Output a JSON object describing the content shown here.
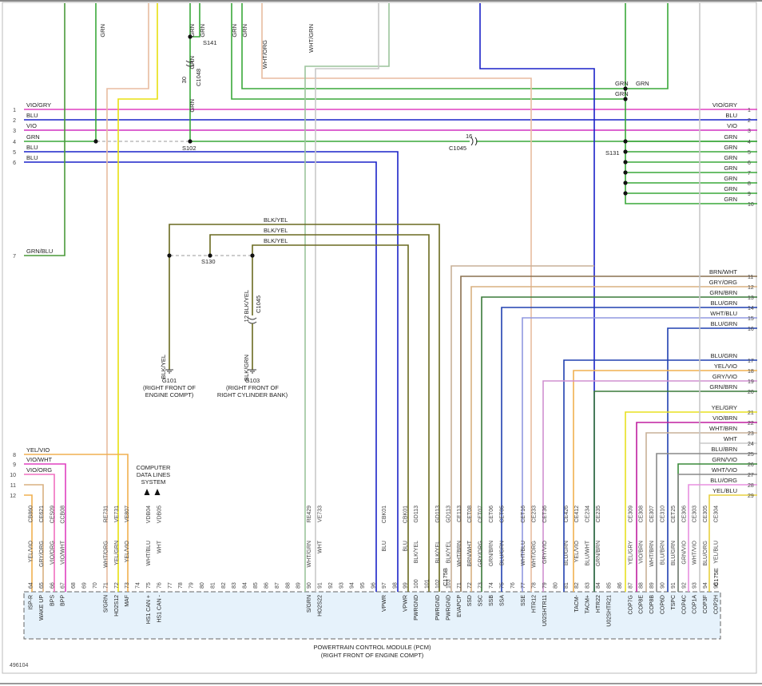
{
  "colors": {
    "VIO/GRY": "#e040c0",
    "BLU": "#1a22c8",
    "VIO": "#d030c0",
    "GRN": "#3aa83a",
    "GRN/BLU": "#4a9a3a",
    "BLK/YEL": "#6a6a20",
    "WHT/GRN": "#9cc49c",
    "WHT/ORG": "#e8bca0",
    "WHT": "#c8c8c8",
    "YEL/GRN": "#e8d020",
    "YEL/VIO": "#f0b050",
    "YEL": "#e8e010",
    "VIO/WHT": "#e040c0",
    "VIO/ORG": "#f070c0",
    "GRY/ORG": "#d8b080",
    "BRN/WHT": "#8a7050",
    "GRN/BRN": "#3a7a3a",
    "BLU/GRN": "#2040b0",
    "WHT/BLU": "#9098e0",
    "GRY/VIO": "#d090d0",
    "YEL/GRY": "#e8e020",
    "VIO/BRN": "#c020a0",
    "WHT/BRN": "#c8b098",
    "GRN/VIO": "#3a8a3a",
    "BLU/ORG": "#e890e0",
    "YEL/BLU": "#e8d040",
    "box": "#e6f2fb"
  },
  "figure_id": "496104",
  "pcm": {
    "title": "POWERTRAIN CONTROL MODULE (PCM)",
    "location": "(RIGHT FRONT OF ENGINE COMPT)"
  },
  "note_computer": [
    "COMPUTER",
    "DATA LINES",
    "SYSTEM"
  ],
  "splices": {
    "s141": "S141",
    "s102": "S102",
    "s130": "S130",
    "s131": "S131"
  },
  "connectors": {
    "c1048": "C1048",
    "c1045a": "C1045",
    "c1045b": "C1045",
    "c175b": "C175B",
    "c175e": "C175E"
  },
  "grounds": {
    "g101": [
      "G101",
      "(RIGHT FRONT OF",
      "ENGINE COMPT)"
    ],
    "g103": [
      "G103",
      "(RIGHT FRONT OF",
      "RIGHT CYLINDER BANK)"
    ]
  },
  "left_lines": [
    {
      "num": "1",
      "label": "VIO/GRY"
    },
    {
      "num": "2",
      "label": "BLU"
    },
    {
      "num": "3",
      "label": "VIO"
    },
    {
      "num": "4",
      "label": "GRN"
    },
    {
      "num": "5",
      "label": "BLU"
    },
    {
      "num": "6",
      "label": "BLU"
    },
    {
      "num": "7",
      "label": "GRN/BLU"
    },
    {
      "num": "8",
      "label": "YEL/VIO"
    },
    {
      "num": "9",
      "label": "VIO/WHT"
    },
    {
      "num": "10",
      "label": "VIO/ORG"
    },
    {
      "num": "11",
      "label": ""
    },
    {
      "num": "12",
      "label": ""
    }
  ],
  "right_lines": [
    {
      "num": "1",
      "label": "VIO/GRY"
    },
    {
      "num": "2",
      "label": "BLU"
    },
    {
      "num": "3",
      "label": "VIO"
    },
    {
      "num": "4",
      "label": "GRN"
    },
    {
      "num": "5",
      "label": "GRN"
    },
    {
      "num": "6",
      "label": "GRN"
    },
    {
      "num": "7",
      "label": "GRN"
    },
    {
      "num": "8",
      "label": "GRN"
    },
    {
      "num": "9",
      "label": "GRN"
    },
    {
      "num": "10",
      "label": "GRN"
    },
    {
      "num": "11",
      "label": "BRN/WHT"
    },
    {
      "num": "12",
      "label": "GRY/ORG"
    },
    {
      "num": "13",
      "label": "GRN/BRN"
    },
    {
      "num": "14",
      "label": "BLU/GRN"
    },
    {
      "num": "15",
      "label": "WHT/BLU"
    },
    {
      "num": "16",
      "label": "BLU/GRN"
    },
    {
      "num": "17",
      "label": "BLU/GRN"
    },
    {
      "num": "18",
      "label": "YEL/VIO"
    },
    {
      "num": "19",
      "label": "GRY/VIO"
    },
    {
      "num": "20",
      "label": "GRN/BRN"
    },
    {
      "num": "21",
      "label": "YEL/GRY"
    },
    {
      "num": "22",
      "label": "VIO/BRN"
    },
    {
      "num": "23",
      "label": "WHT/BRN"
    },
    {
      "num": "24",
      "label": "WHT"
    },
    {
      "num": "25",
      "label": "BLU/BRN"
    },
    {
      "num": "26",
      "label": "GRN/VIO"
    },
    {
      "num": "27",
      "label": "WHT/VIO"
    },
    {
      "num": "28",
      "label": "BLU/ORG"
    },
    {
      "num": "29",
      "label": "YEL/BLU"
    }
  ],
  "top_labels": [
    {
      "id": "gr1",
      "text": "GRN"
    },
    {
      "id": "gr2",
      "text": "GRN"
    },
    {
      "id": "gr3",
      "text": "GRN"
    },
    {
      "id": "gr4",
      "text": "GRN"
    },
    {
      "id": "gr5",
      "text": "GRN"
    },
    {
      "id": "gr6",
      "text": "WHT/ORG"
    },
    {
      "id": "gr7",
      "text": "WHT/GRN"
    },
    {
      "id": "gr8",
      "text": "GRN"
    },
    {
      "id": "gr9",
      "text": "GRN"
    },
    {
      "id": "gr10",
      "text": "GRN"
    },
    {
      "id": "gr11",
      "text": "GRN"
    },
    {
      "id": "gr12",
      "text": "GRN"
    },
    {
      "id": "gr13",
      "text": "30"
    },
    {
      "id": "gr14",
      "text": "16"
    },
    {
      "id": "gr15",
      "text": "12"
    },
    {
      "id": "gr16",
      "text": "BLK/YEL"
    },
    {
      "id": "gr17",
      "text": "BLK/YEL"
    },
    {
      "id": "gr18",
      "text": "BLK/YEL"
    },
    {
      "id": "gr19",
      "text": "BLK/YEL"
    },
    {
      "id": "gr20",
      "text": "BLK/YEL"
    },
    {
      "id": "gr21",
      "text": "BLK/GRN"
    }
  ],
  "pins": [
    {
      "pin": "64",
      "circuit": "CB860",
      "wire": "YEL/VIO",
      "signal": "ISP-R"
    },
    {
      "pin": "65",
      "circuit": "CE621",
      "wire": "GRY/ORG",
      "signal": "WAKE UP"
    },
    {
      "pin": "66",
      "circuit": "CES09",
      "wire": "VIO/ORG",
      "signal": "BPS"
    },
    {
      "pin": "67",
      "circuit": "CCB08",
      "wire": "VIO/WHT",
      "signal": "BPP"
    },
    {
      "pin": "68",
      "circuit": "",
      "wire": "",
      "signal": ""
    },
    {
      "pin": "69",
      "circuit": "",
      "wire": "",
      "signal": ""
    },
    {
      "pin": "70",
      "circuit": "",
      "wire": "",
      "signal": ""
    },
    {
      "pin": "71",
      "circuit": "RE731",
      "wire": "WHT/ORG",
      "signal": "S/GRN"
    },
    {
      "pin": "72",
      "circuit": "VE731",
      "wire": "YEL/GRN",
      "signal": "HO2S12"
    },
    {
      "pin": "73",
      "circuit": "VE807",
      "wire": "YEL/VIO",
      "signal": "MAF"
    },
    {
      "pin": "74",
      "circuit": "",
      "wire": "",
      "signal": ""
    },
    {
      "pin": "75",
      "circuit": "VDB04",
      "wire": "WHT/BLU",
      "signal": "HS1 CAN +"
    },
    {
      "pin": "76",
      "circuit": "VDB05",
      "wire": "WHT",
      "signal": "HS1 CAN -"
    },
    {
      "pin": "77",
      "circuit": "",
      "wire": "",
      "signal": ""
    },
    {
      "pin": "78",
      "circuit": "",
      "wire": "",
      "signal": ""
    },
    {
      "pin": "79",
      "circuit": "",
      "wire": "",
      "signal": ""
    },
    {
      "pin": "80",
      "circuit": "",
      "wire": "",
      "signal": ""
    },
    {
      "pin": "81",
      "circuit": "",
      "wire": "",
      "signal": ""
    },
    {
      "pin": "82",
      "circuit": "",
      "wire": "",
      "signal": ""
    },
    {
      "pin": "83",
      "circuit": "",
      "wire": "",
      "signal": ""
    },
    {
      "pin": "84",
      "circuit": "",
      "wire": "",
      "signal": ""
    },
    {
      "pin": "85",
      "circuit": "",
      "wire": "",
      "signal": ""
    },
    {
      "pin": "86",
      "circuit": "",
      "wire": "",
      "signal": ""
    },
    {
      "pin": "87",
      "circuit": "",
      "wire": "",
      "signal": ""
    },
    {
      "pin": "88",
      "circuit": "",
      "wire": "",
      "signal": ""
    },
    {
      "pin": "89",
      "circuit": "",
      "wire": "",
      "signal": ""
    },
    {
      "pin": "90",
      "circuit": "RE429",
      "wire": "WHT/GRN",
      "signal": "S/GRN"
    },
    {
      "pin": "91",
      "circuit": "VE733",
      "wire": "WHT",
      "signal": "HO2S22"
    },
    {
      "pin": "92",
      "circuit": "",
      "wire": "",
      "signal": ""
    },
    {
      "pin": "93",
      "circuit": "",
      "wire": "",
      "signal": ""
    },
    {
      "pin": "94",
      "circuit": "",
      "wire": "",
      "signal": ""
    },
    {
      "pin": "95",
      "circuit": "",
      "wire": "",
      "signal": ""
    },
    {
      "pin": "96",
      "circuit": "",
      "wire": "",
      "signal": ""
    },
    {
      "pin": "97",
      "circuit": "CBK01",
      "wire": "BLU",
      "signal": "VPWR"
    },
    {
      "pin": "98",
      "circuit": "",
      "wire": "",
      "signal": ""
    },
    {
      "pin": "99",
      "circuit": "CBK01",
      "wire": "BLU",
      "signal": "VPWR"
    },
    {
      "pin": "100",
      "circuit": "GD113",
      "wire": "BLK/YEL",
      "signal": "PWRGND"
    },
    {
      "pin": "101",
      "circuit": "",
      "wire": "",
      "signal": ""
    },
    {
      "pin": "102",
      "circuit": "GD113",
      "wire": "BLK/YEL",
      "signal": "PWRGND"
    },
    {
      "pin": "103",
      "circuit": "GD113",
      "wire": "BLK/YEL",
      "signal": "PWRGND"
    },
    {
      "pin": "71",
      "circuit": "CE113",
      "wire": "WHT/BRN",
      "signal": "EVAPCP"
    },
    {
      "pin": "72",
      "circuit": "CET08",
      "wire": "BRN/WHT",
      "signal": "SSD"
    },
    {
      "pin": "73",
      "circuit": "CET07",
      "wire": "GRY/ORG",
      "signal": "SSC"
    },
    {
      "pin": "74",
      "circuit": "CET06",
      "wire": "GRN/BRN",
      "signal": "SSB"
    },
    {
      "pin": "75",
      "circuit": "CET05",
      "wire": "BLU/GRN",
      "signal": "SSA"
    },
    {
      "pin": "76",
      "circuit": "",
      "wire": "",
      "signal": ""
    },
    {
      "pin": "77",
      "circuit": "CET16",
      "wire": "WHT/BLU",
      "signal": "SSE"
    },
    {
      "pin": "78",
      "circuit": "CE233",
      "wire": "WHT/ORG",
      "signal": "HTR12"
    },
    {
      "pin": "79",
      "circuit": "CET36",
      "wire": "GRY/VIO",
      "signal": "U02SHTR11"
    },
    {
      "pin": "80",
      "circuit": "",
      "wire": "",
      "signal": ""
    },
    {
      "pin": "81",
      "circuit": "CE426",
      "wire": "BLU/GRN",
      "signal": ""
    },
    {
      "pin": "82",
      "circuit": "CE412",
      "wire": "YEL/VIO",
      "signal": "TACM-"
    },
    {
      "pin": "83",
      "circuit": "CE234",
      "wire": "BLU/WHT",
      "signal": "TACM+"
    },
    {
      "pin": "84",
      "circuit": "CE235",
      "wire": "GRN/BRN",
      "signal": "HTR22"
    },
    {
      "pin": "85",
      "circuit": "",
      "wire": "",
      "signal": "U02SHTR21"
    },
    {
      "pin": "86",
      "circuit": "",
      "wire": "",
      "signal": ""
    },
    {
      "pin": "87",
      "circuit": "CE309",
      "wire": "YEL/GRY",
      "signal": "COP7G"
    },
    {
      "pin": "88",
      "circuit": "CE308",
      "wire": "VIO/BRN",
      "signal": "COP8E"
    },
    {
      "pin": "89",
      "circuit": "CE307",
      "wire": "WHT/BRN",
      "signal": "COP8B"
    },
    {
      "pin": "90",
      "circuit": "CE310",
      "wire": "BLU/BRN",
      "signal": "COP6D"
    },
    {
      "pin": "91",
      "circuit": "CET25",
      "wire": "BLU/GRN",
      "signal": "TSPC"
    },
    {
      "pin": "92",
      "circuit": "CE306",
      "wire": "GRN/VIO",
      "signal": "COP4C"
    },
    {
      "pin": "93",
      "circuit": "CE303",
      "wire": "WHT/VIO",
      "signal": "COP1A"
    },
    {
      "pin": "94",
      "circuit": "CE305",
      "wire": "BLU/ORG",
      "signal": "COP3F"
    },
    {
      "pin": "95",
      "circuit": "CE304",
      "wire": "YEL/BLU",
      "signal": "COP2H"
    }
  ]
}
